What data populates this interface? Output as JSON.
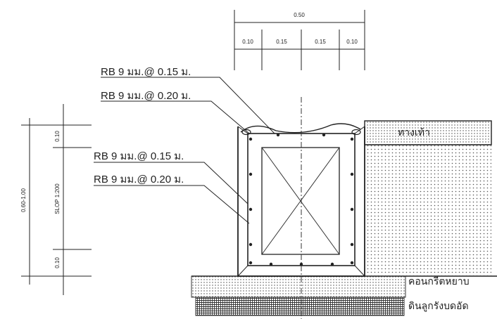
{
  "top_dims": {
    "overall": "0.50",
    "segments": [
      "0.10",
      "0.15",
      "0.15",
      "0.10"
    ]
  },
  "left_dims": {
    "total": "0.60-1.00",
    "top": "0.10",
    "middle": "SLOP 1:200",
    "bottom": "0.10"
  },
  "callouts": [
    "RB 9 มม.@ 0.15 ม.",
    "RB 9 มม.@ 0.20 ม.",
    "RB 9 มม.@ 0.15 ม.",
    "RB 9 มม.@ 0.20 ม."
  ],
  "materials": {
    "sidewalk": "ทางเท้า",
    "lean_concrete": "คอนกรีตหยาบ",
    "compacted_soil": "ดินลูกรังบดอัด"
  }
}
